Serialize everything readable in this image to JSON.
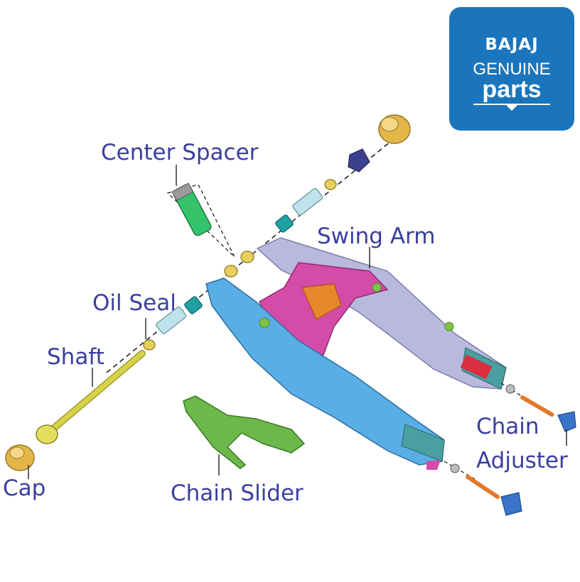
{
  "brand": {
    "name": "BAJAJ",
    "line1": "GENUINE",
    "line2": "parts",
    "color": "#1b75bc"
  },
  "labels": {
    "center_spacer": "Center Spacer",
    "swing_arm": "Swing Arm",
    "oil_seal": "Oil Seal",
    "shaft": "Shaft",
    "cap": "Cap",
    "chain_slider": "Chain Slider",
    "chain": "Chain",
    "adjuster": "Adjuster"
  },
  "colors": {
    "label_text": "#3a3f9e",
    "swing_arm_left": "#5aaee6",
    "swing_arm_right": "#b9b9de",
    "swing_arm_center": "#d54ba8",
    "shaft": "#d8d24a",
    "cap": "#e3b64a",
    "oil_seal": "#bfe3ea",
    "spacer": "#34c36a",
    "chain_slider": "#6cb84a",
    "adjuster_block": "#3a74c9",
    "adjuster_bolt": "#e07a2a"
  }
}
